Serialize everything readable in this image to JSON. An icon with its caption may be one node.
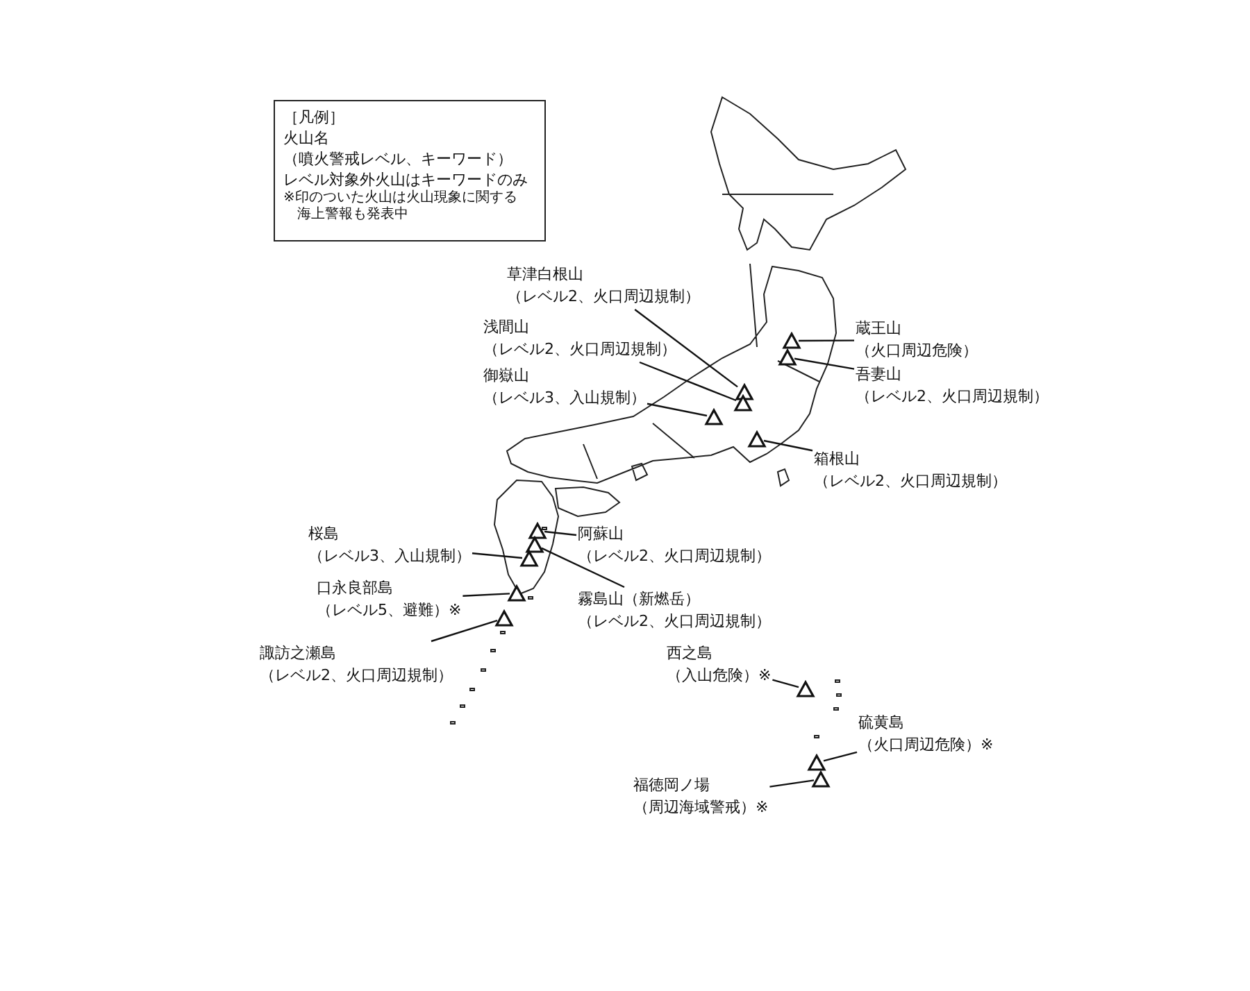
{
  "diagram": {
    "nodes": [
      {
        "text": [
          "草津白根山",
          "（レベル2、火口周辺規制）"
        ]
      },
      {
        "text": [
          "浅間山",
          "（レベル2、火口周辺規制）"
        ]
      },
      {
        "text": [
          "蔵王山",
          "（火口周辺危険）"
        ]
      },
      {
        "text": [
          "御嶽山",
          "（レベル3、入山規制）"
        ]
      },
      {
        "text": [
          "吾妻山",
          "（レベル2、火口周辺規制）"
        ]
      },
      {
        "text": [
          "箱根山",
          "（レベル2、火口周辺規制）"
        ]
      },
      {
        "text": [
          "桜島",
          "（レベル3、入山規制）"
        ]
      },
      {
        "text": [
          "阿蘇山",
          "（レベル2、火口周辺規制）"
        ]
      },
      {
        "text": [
          "口永良部島",
          "（レベル5、避難）※"
        ]
      },
      {
        "text": [
          "霧島山（新燃岳）",
          "（レベル2、火口周辺規制）"
        ]
      },
      {
        "text": [
          "西之島",
          "（入山危険）※"
        ]
      },
      {
        "text": [
          "諏訪之瀬島",
          "（レベル2、火口周辺規制）"
        ]
      },
      {
        "text": [
          "硫黄島",
          "（火口周辺危険）※"
        ]
      },
      {
        "text": [
          "福徳岡ノ場",
          "（周辺海域警戒）※"
        ]
      },
      {
        "text": [],
        "shape": "triangle"
      },
      {
        "text": [],
        "shape": "triangle"
      },
      {
        "text": [],
        "shape": "triangle"
      },
      {
        "text": [],
        "shape": "triangle"
      },
      {
        "text": [],
        "shape": "triangle"
      },
      {
        "text": [],
        "shape": "triangle"
      },
      {
        "text": [],
        "shape": "triangle"
      },
      {
        "text": [],
        "shape": "triangle"
      },
      {
        "text": [],
        "shape": "triangle"
      },
      {
        "text": [],
        "shape": "triangle"
      },
      {
        "text": [],
        "shape": "triangle"
      },
      {
        "text": [],
        "shape": "triangle"
      },
      {
        "text": [],
        "shape": "triangle"
      },
      {
        "text": [],
        "shape": "triangle"
      }
    ],
    "edges": [
      {
        "from": 0,
        "to": 17,
        "arrow": "none"
      },
      {
        "from": 1,
        "to": 18,
        "arrow": "none"
      },
      {
        "from": 2,
        "to": 14,
        "arrow": "none"
      },
      {
        "from": 3,
        "to": 19,
        "arrow": "none"
      },
      {
        "from": 4,
        "to": 15,
        "arrow": "none"
      },
      {
        "from": 5,
        "to": 20,
        "arrow": "none"
      },
      {
        "from": 6,
        "to": 22,
        "arrow": "none"
      },
      {
        "from": 7,
        "to": 16,
        "arrow": "none"
      },
      {
        "from": 8,
        "to": 23,
        "arrow": "none"
      },
      {
        "from": 9,
        "to": 21,
        "arrow": "none"
      },
      {
        "from": 10,
        "to": 25,
        "arrow": "none"
      },
      {
        "from": 11,
        "to": 24,
        "arrow": "none"
      },
      {
        "from": 12,
        "to": 26,
        "arrow": "none"
      },
      {
        "from": 13,
        "to": 27,
        "arrow": "none"
      }
    ],
    "labels": [
      "［凡例］",
      "火山名",
      "（噴火警戒レベル、キーワード）",
      "レベル対象外火山はキーワードのみ",
      "※印のついた火山は火山現象に関する海上警報も発表中"
    ]
  }
}
